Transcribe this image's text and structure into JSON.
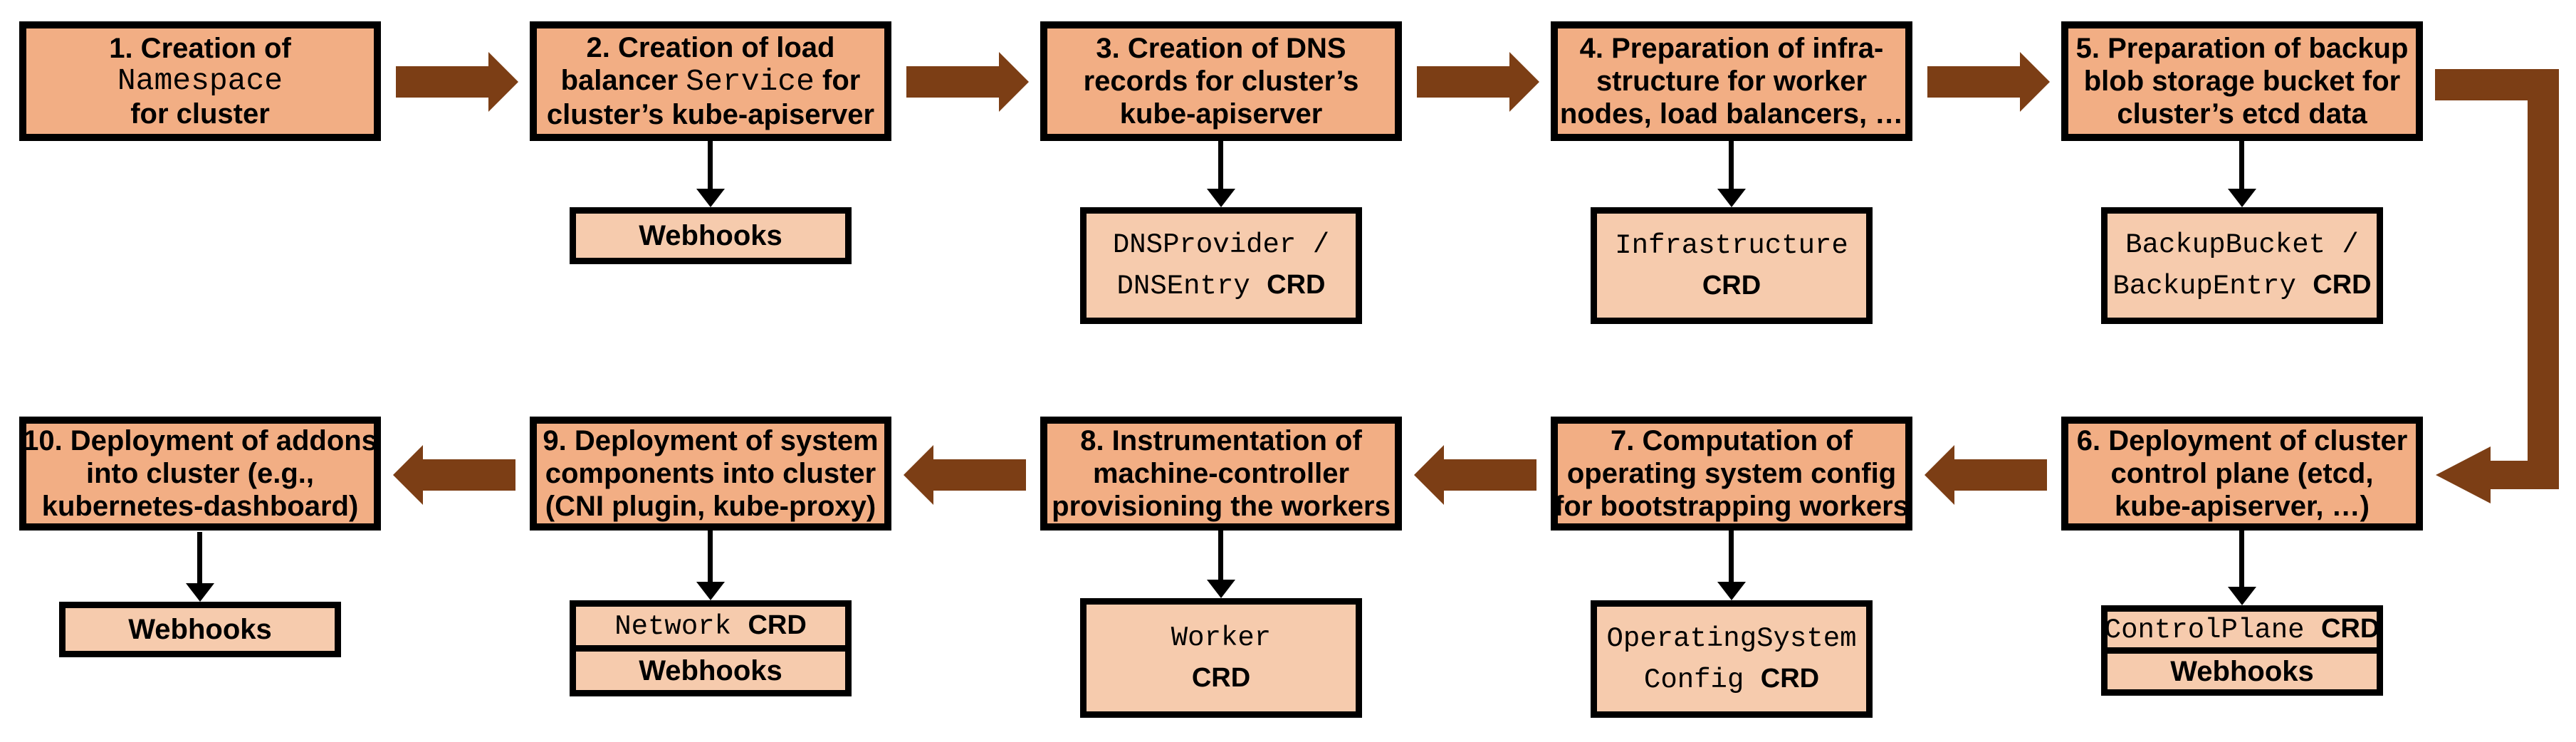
{
  "title": "Cluster creation flow",
  "colors": {
    "step_fill": "#F2AE84",
    "sub_fill": "#F6CBAD",
    "arrow": "#7C3E15",
    "border": "#000000",
    "background": "#FFFFFF"
  },
  "steps": {
    "s1": {
      "l1": "1. Creation of",
      "mono": "Namespace",
      "l3": "for cluster"
    },
    "s2": {
      "l1": "2. Creation of load",
      "l2a": "balancer ",
      "l2m": "Service",
      "l2c": " for",
      "l3": "cluster’s kube-apiserver"
    },
    "s3": {
      "l1": "3. Creation of DNS",
      "l2": "records for cluster’s",
      "l3": "kube-apiserver"
    },
    "s4": {
      "l1": "4. Preparation of infra-",
      "l2": "structure for worker",
      "l3": "nodes, load balancers, …"
    },
    "s5": {
      "l1": "5. Preparation of backup",
      "l2": "blob storage bucket for",
      "l3": "cluster’s etcd data"
    },
    "s6": {
      "l1": "6. Deployment of cluster",
      "l2": "control plane (etcd,",
      "l3": "kube-apiserver, …)"
    },
    "s7": {
      "l1": "7. Computation of",
      "l2": "operating system config",
      "l3": "for bootstrapping workers"
    },
    "s8": {
      "l1": "8. Instrumentation of",
      "l2": "machine-controller",
      "l3": "provisioning the workers"
    },
    "s9": {
      "l1": "9. Deployment of system",
      "l2": "components into cluster",
      "l3": "(CNI plugin, kube-proxy)"
    },
    "s10": {
      "l1": "10. Deployment of addons",
      "l2": "into cluster (e.g.,",
      "l3": "kubernetes-dashboard)"
    }
  },
  "sub_labels": {
    "webhooks": "Webhooks",
    "crd": "CRD",
    "dns_l1": "DNSProvider /",
    "dns_l2m": "DNSEntry ",
    "infra": "Infrastructure",
    "backup_l1": "BackupBucket /",
    "backup_l2m": "BackupEntry ",
    "controlplane_m": "ControlPlane ",
    "osc_l1": "OperatingSystem",
    "osc_l2m": "Config ",
    "worker_m": "Worker",
    "network_m": "Network "
  }
}
